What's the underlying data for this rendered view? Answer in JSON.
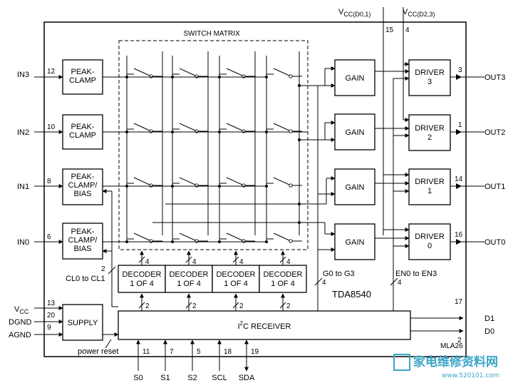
{
  "chip_name": "TDA8540",
  "watermark": {
    "cn": "家电维修资料网",
    "url": "www.520101.com"
  },
  "switch_matrix_title": "SWITCH MATRIX",
  "supply": {
    "vcc_d01": "V",
    "vcc_d01_sub": "CC(D0,1)",
    "vcc_d23": "V",
    "vcc_d23_sub": "CC(D2,3)",
    "pin_d01": "15",
    "pin_d23": "4"
  },
  "inputs": [
    {
      "label": "IN3",
      "pin": "12",
      "block": [
        "PEAK-",
        "CLAMP"
      ]
    },
    {
      "label": "IN2",
      "pin": "10",
      "block": [
        "PEAK-",
        "CLAMP"
      ]
    },
    {
      "label": "IN1",
      "pin": "8",
      "block": [
        "PEAK-",
        "CLAMP/",
        "BIAS"
      ]
    },
    {
      "label": "IN0",
      "pin": "6",
      "block": [
        "PEAK-",
        "CLAMP/",
        "BIAS"
      ]
    }
  ],
  "gain_label": "GAIN",
  "drivers": [
    {
      "name": "DRIVER",
      "num": "3",
      "out": "OUT3",
      "pin": "3"
    },
    {
      "name": "DRIVER",
      "num": "2",
      "out": "OUT2",
      "pin": "1"
    },
    {
      "name": "DRIVER",
      "num": "1",
      "out": "OUT1",
      "pin": "14"
    },
    {
      "name": "DRIVER",
      "num": "0",
      "out": "OUT0",
      "pin": "16"
    }
  ],
  "decoders": [
    {
      "line1": "DECODER",
      "line2": "1 OF 4"
    },
    {
      "line1": "DECODER",
      "line2": "1 OF 4"
    },
    {
      "line1": "DECODER",
      "line2": "1 OF 4"
    },
    {
      "line1": "DECODER",
      "line2": "1 OF 4"
    }
  ],
  "bus_width": "4",
  "bus_width_2": "2",
  "labels": {
    "cl": "CL0 to CL1",
    "gain_bus": "G0 to G3",
    "en_bus": "EN0 to EN3",
    "power_reset": "power reset",
    "i2c_pre": "I",
    "i2c_sup": "2",
    "i2c_post": "C RECEIVER",
    "supply_block": "SUPPLY"
  },
  "power_pins": [
    {
      "label": "V",
      "sub": "CC",
      "pin": "13"
    },
    {
      "label": "DGND",
      "sub": "",
      "pin": "20"
    },
    {
      "label": "AGND",
      "sub": "",
      "pin": "9"
    }
  ],
  "bottom_pins": [
    {
      "label": "S0",
      "pin": "11"
    },
    {
      "label": "S1",
      "pin": "7"
    },
    {
      "label": "S2",
      "pin": "5"
    },
    {
      "label": "SCL",
      "pin": "18"
    },
    {
      "label": "SDA",
      "pin": "19"
    }
  ],
  "d_outputs": [
    {
      "label": "D1",
      "pin": "17"
    },
    {
      "label": "D0",
      "pin": "2"
    }
  ],
  "ref_code": "MLA26"
}
